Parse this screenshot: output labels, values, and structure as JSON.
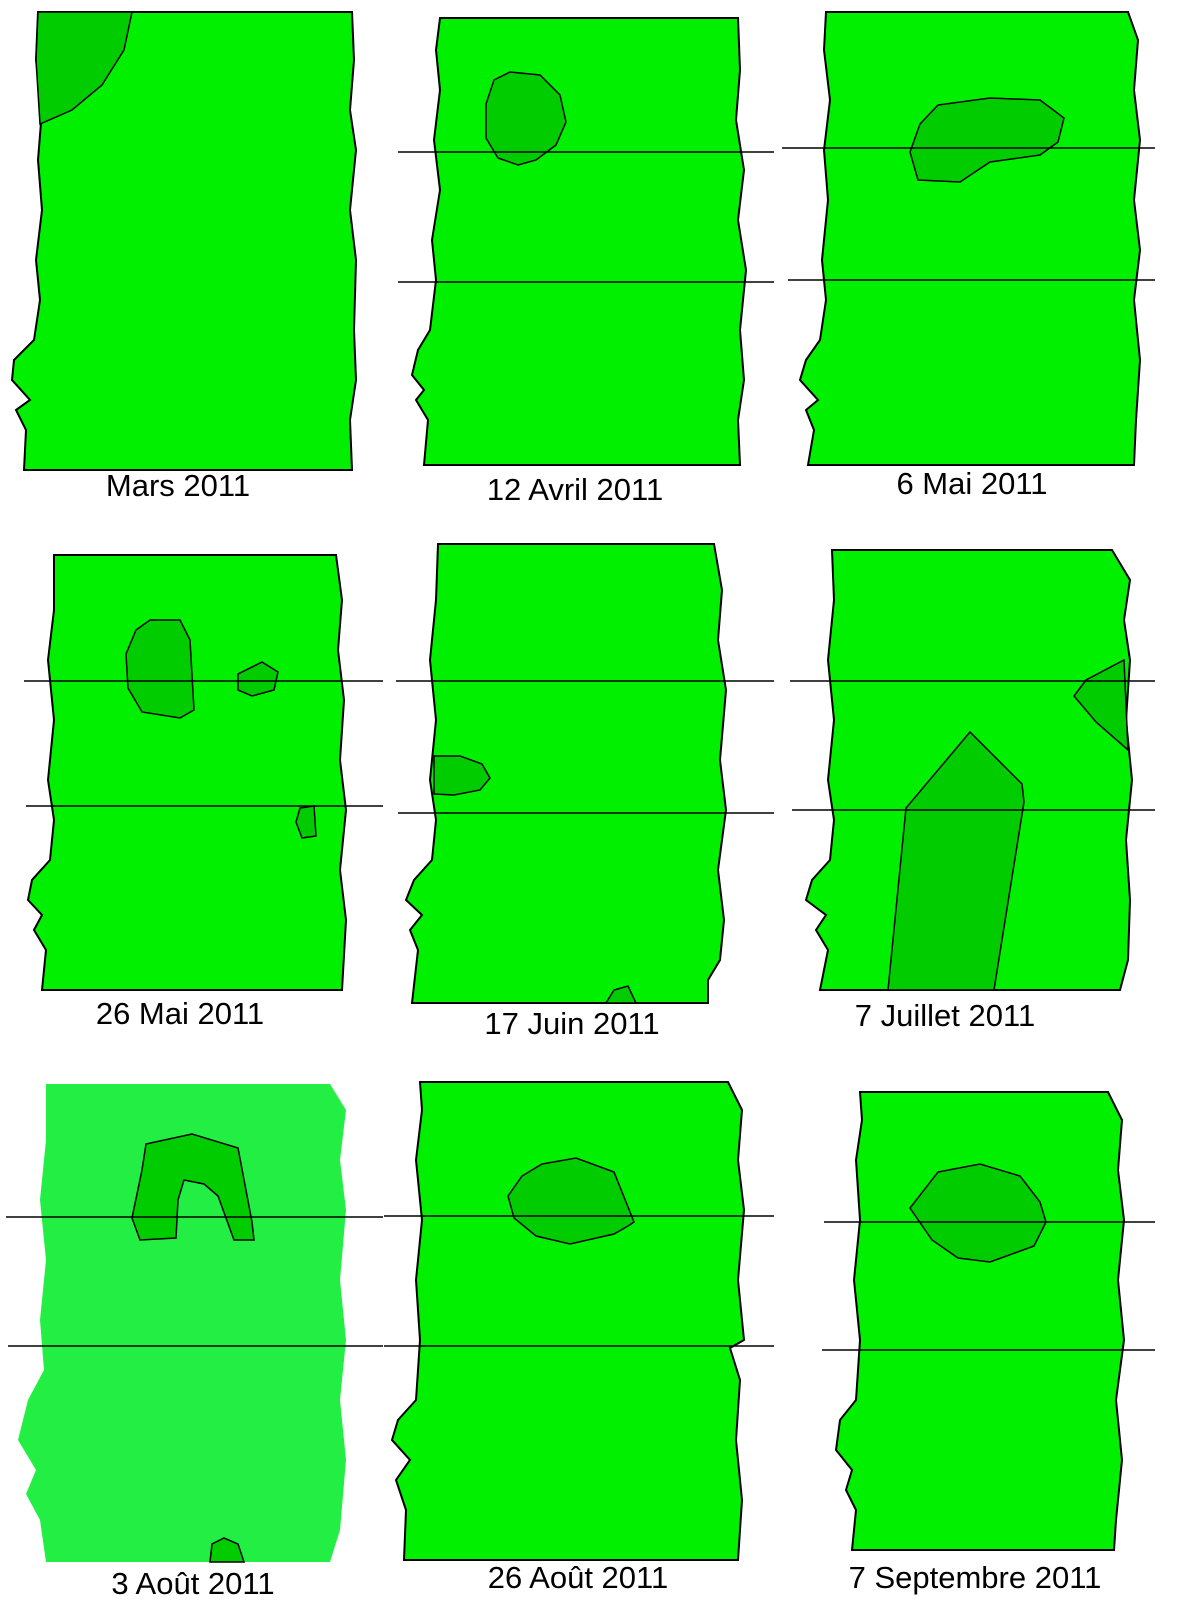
{
  "colors": {
    "field": "#00f000",
    "field_light": "#22ee44",
    "patch": "#00cc00",
    "outline": "#000000",
    "background": "#ffffff"
  },
  "panels": [
    {
      "label": "Mars 2011"
    },
    {
      "label": "12 Avril 2011"
    },
    {
      "label": "6 Mai 2011"
    },
    {
      "label": "26 Mai 2011"
    },
    {
      "label": "17 Juin 2011"
    },
    {
      "label": "7 Juillet 2011"
    },
    {
      "label": "3 Août 2011"
    },
    {
      "label": "26 Août 2011"
    },
    {
      "label": "7 Septembre 2011"
    }
  ]
}
